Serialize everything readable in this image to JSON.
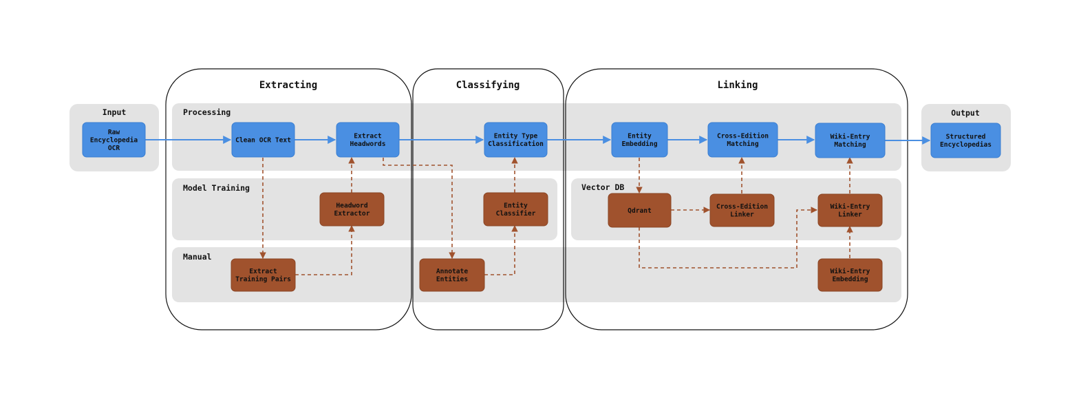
{
  "stages": {
    "extracting": "Extracting",
    "classifying": "Classifying",
    "linking": "Linking"
  },
  "groups": {
    "input": "Input",
    "output": "Output",
    "processing": "Processing",
    "model_training": "Model Training",
    "manual": "Manual",
    "vector_db": "Vector DB"
  },
  "nodes": {
    "raw_ocr": [
      "Raw",
      "Encyclopedia",
      "OCR"
    ],
    "clean_ocr": [
      "Clean OCR Text"
    ],
    "extract_headwords": [
      "Extract",
      "Headwords"
    ],
    "entity_type_classification": [
      "Entity Type",
      "Classification"
    ],
    "entity_embedding": [
      "Entity",
      "Embedding"
    ],
    "cross_edition_matching": [
      "Cross-Edition",
      "Matching"
    ],
    "wiki_entry_matching": [
      "Wiki-Entry",
      "Matching"
    ],
    "structured_encyclopedias": [
      "Structured",
      "Encyclopedias"
    ],
    "headword_extractor": [
      "Headword",
      "Extractor"
    ],
    "entity_classifier": [
      "Entity",
      "Classifier"
    ],
    "qdrant": [
      "Qdrant"
    ],
    "cross_edition_linker": [
      "Cross-Edition",
      "Linker"
    ],
    "wiki_entry_linker": [
      "Wiki-Entry",
      "Linker"
    ],
    "extract_training_pairs": [
      "Extract",
      "Training Pairs"
    ],
    "annotate_entities": [
      "Annotate",
      "Entities"
    ],
    "wiki_entry_embedding": [
      "Wiki-Entry",
      "Embedding"
    ]
  },
  "colors": {
    "pipeline_node": "#4a8fe2",
    "support_node": "#a0522d",
    "group_band": "#e3e3e3",
    "pipeline_edge": "#4a8fe2",
    "support_edge": "#a0522d"
  }
}
